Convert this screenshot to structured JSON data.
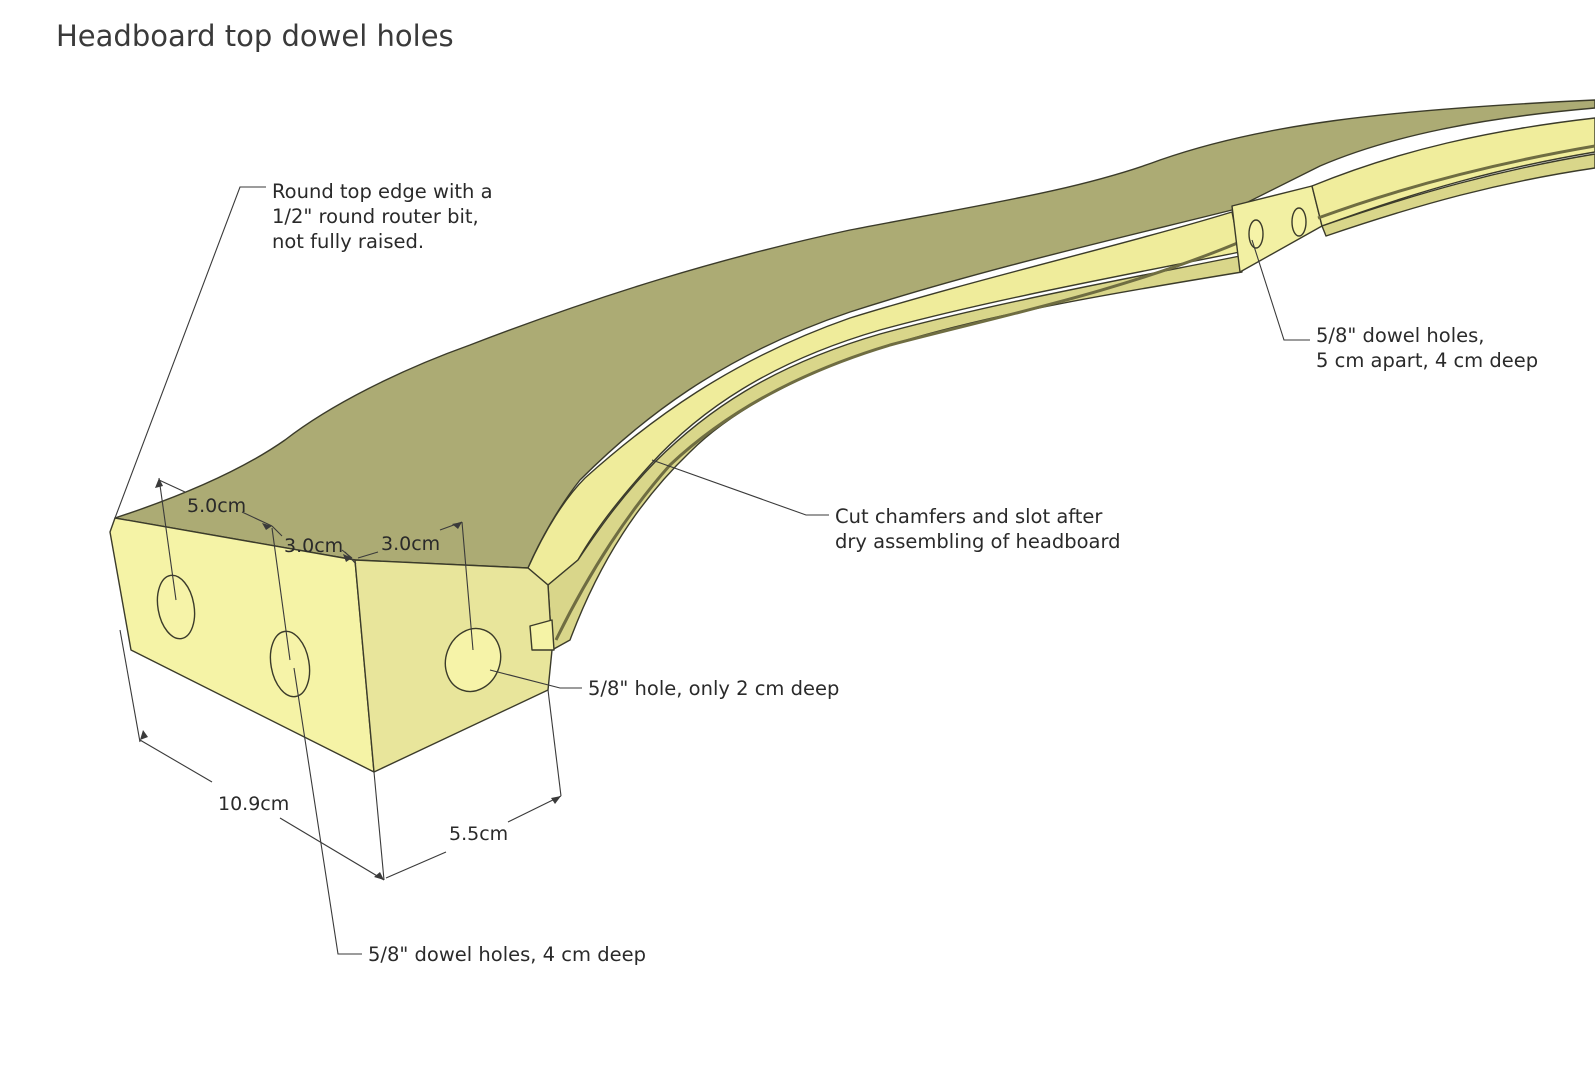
{
  "title": "Headboard top dowel holes",
  "annotations": {
    "round_edge": [
      "Round top edge with a",
      "1/2\" round router bit,",
      "not fully raised."
    ],
    "dowel_holes_apart": [
      "5/8\" dowel holes,",
      "5 cm apart, 4 cm deep"
    ],
    "chamfers": [
      "Cut chamfers and slot after",
      "dry assembling of headboard"
    ],
    "single_hole": "5/8\" hole, only 2 cm deep",
    "dowel_holes_bottom": "5/8\" dowel holes, 4 cm deep"
  },
  "dimensions": {
    "d1": "5.0cm",
    "d2": "3.0cm",
    "d3": "3.0cm",
    "width": "10.9cm",
    "depth": "5.5cm"
  },
  "colors": {
    "top_face": "#acab74",
    "end_face": "#f5f3a6",
    "side_face": "#e6e39a",
    "chamfer_light": "#f0ed9c",
    "chamfer_mid": "#d6d389",
    "slot_dark": "#8f8d58"
  }
}
